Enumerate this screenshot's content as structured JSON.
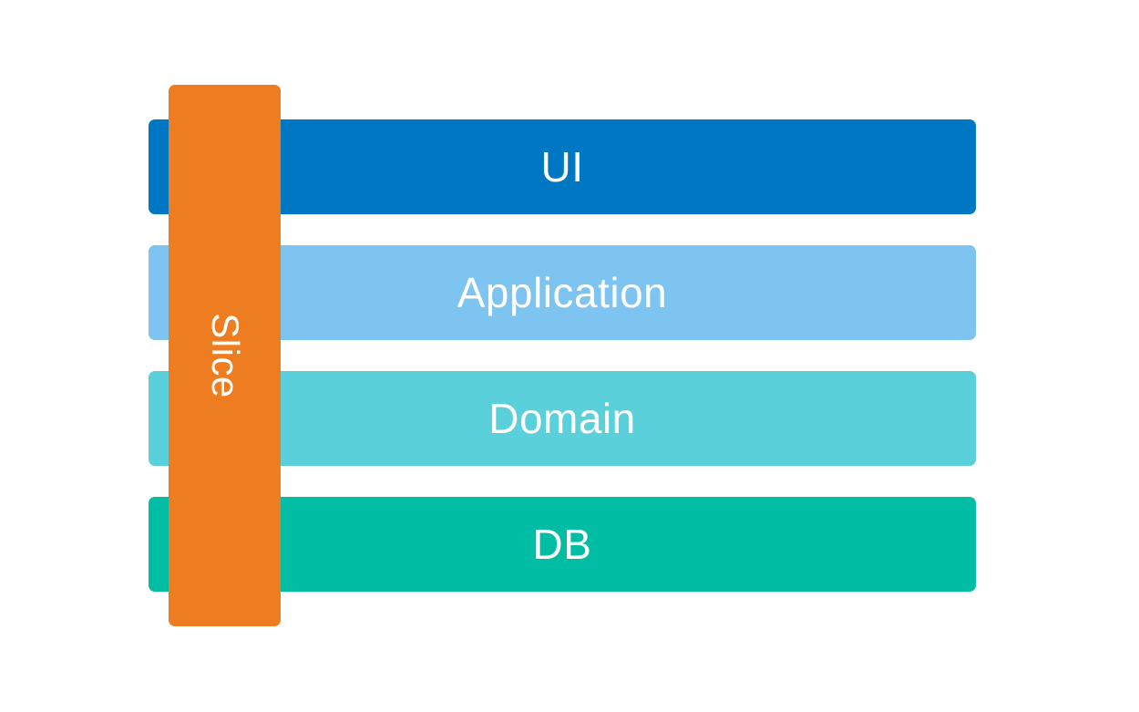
{
  "diagram": {
    "type": "layered-architecture",
    "background_color": "#ffffff",
    "layers": [
      {
        "label": "UI",
        "color": "#0077C2",
        "text_color": "#ffffff"
      },
      {
        "label": "Application",
        "color": "#7DC4F0",
        "text_color": "#ffffff"
      },
      {
        "label": "Domain",
        "color": "#5AD0DA",
        "text_color": "#ffffff"
      },
      {
        "label": "DB",
        "color": "#00BDA4",
        "text_color": "#ffffff"
      }
    ],
    "slice": {
      "label": "Slice",
      "color": "#EE7D22",
      "text_color": "#ffffff",
      "text_rotation_deg": 90
    }
  }
}
